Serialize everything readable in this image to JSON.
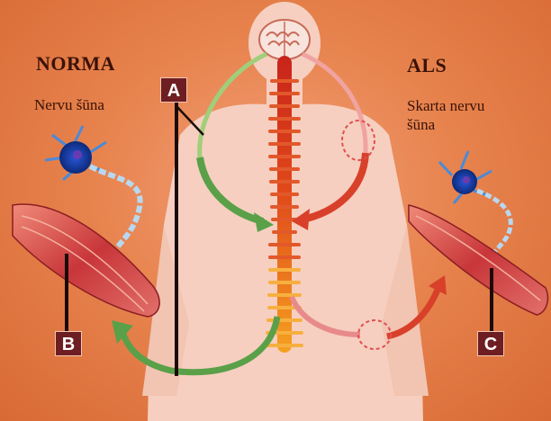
{
  "panels": {
    "left": {
      "title": "NORMA",
      "caption": "Nervu šūna"
    },
    "right": {
      "title": "ALS",
      "caption_line1": "Skarta nervu",
      "caption_line2": "šūna"
    }
  },
  "markers": {
    "a": "A",
    "b": "B",
    "c": "C"
  },
  "colors": {
    "background": "#e8844f",
    "body": "#f6cfc0",
    "spine": "#d83a18",
    "healthy_arrow": "#5aa048",
    "damaged_arrow": "#d8402a",
    "marker_fill": "#6e1e22"
  }
}
